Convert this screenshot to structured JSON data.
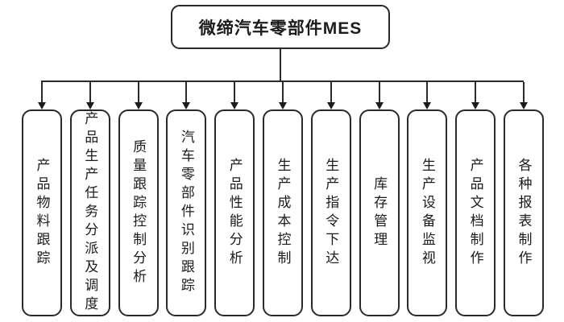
{
  "diagram": {
    "type": "org-chart",
    "root": {
      "label": "微缔汽车零部件MES"
    },
    "children": [
      {
        "label": "产品物料跟踪"
      },
      {
        "label": "产品生产任务分派及调度"
      },
      {
        "label": "质量跟踪控制分析"
      },
      {
        "label": "汽车零部件识别跟踪"
      },
      {
        "label": "产品性能分析"
      },
      {
        "label": "生产成本控制"
      },
      {
        "label": "生产指令下达"
      },
      {
        "label": "库存管理"
      },
      {
        "label": "生产设备监视"
      },
      {
        "label": "产品文档制作"
      },
      {
        "label": "各种报表制作"
      }
    ],
    "colors": {
      "line": "#2a2a2a",
      "border": "#2a2a2a",
      "text": "#1c1c1c",
      "background": "#ffffff"
    }
  }
}
